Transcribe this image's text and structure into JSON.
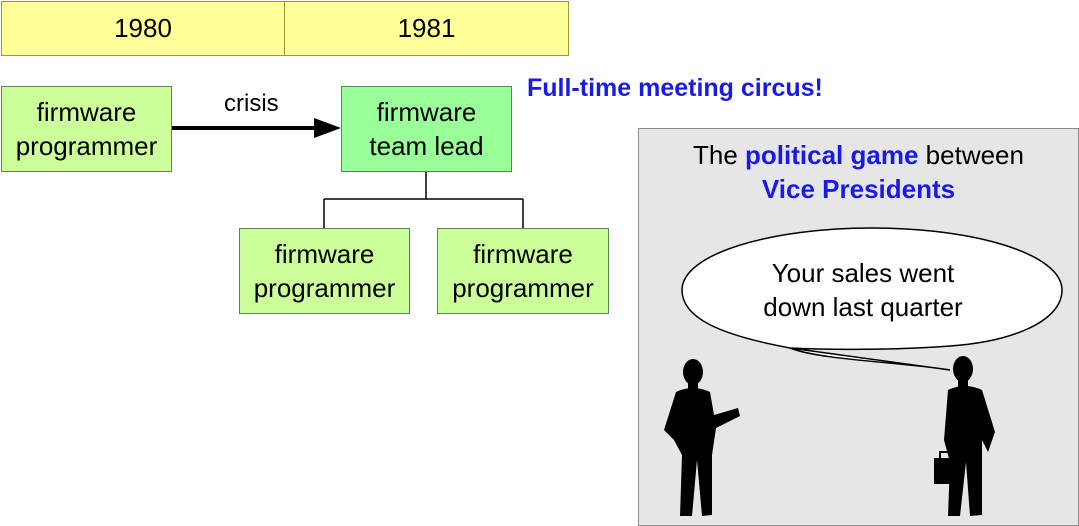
{
  "timeline": {
    "year1": "1980",
    "year2": "1981"
  },
  "org": {
    "left_box": {
      "line1": "firmware",
      "line2": "programmer"
    },
    "arrow_label": "crisis",
    "lead_box": {
      "line1": "firmware",
      "line2": "team lead"
    },
    "child1": {
      "line1": "firmware",
      "line2": "programmer"
    },
    "child2": {
      "line1": "firmware",
      "line2": "programmer"
    }
  },
  "headline": "Full-time meeting circus!",
  "panel": {
    "title_pre": "The",
    "title_highlight": "political game",
    "title_post": "between",
    "title_line2": "Vice Presidents",
    "speech_line1": "Your sales went",
    "speech_line2": "down last quarter"
  },
  "colors": {
    "year_fill": "#ffff99",
    "box_fill": "#ccff99",
    "lead_fill": "#99ff99",
    "highlight_blue": "#1a1ae6",
    "panel_fill": "#e6e6e6"
  },
  "icons": [
    "businessman-silhouette-icon",
    "businessman-with-briefcase-silhouette-icon",
    "speech-bubble-icon"
  ]
}
